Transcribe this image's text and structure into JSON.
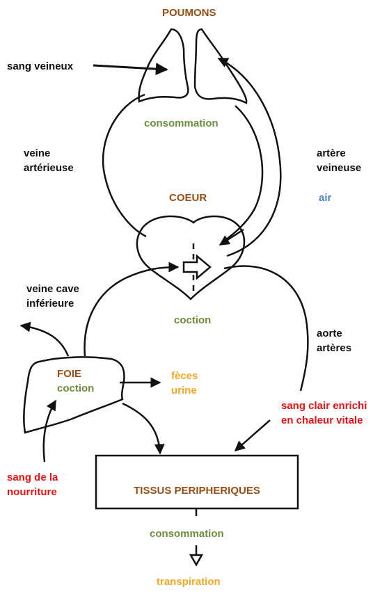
{
  "labels": {
    "lungs": "POUMONS",
    "venous_blood": "sang veineux",
    "lung_consumption": "consommation",
    "arterial_vein_1": "veine",
    "arterial_vein_2": "artérieuse",
    "venous_artery_1": "artère",
    "venous_artery_2": "veineuse",
    "heart": "COEUR",
    "air": "air",
    "inferior_vena_cava_1": "veine cave",
    "inferior_vena_cava_2": "inférieure",
    "heart_coction": "coction",
    "aorta_1": "aorte",
    "aorta_2": "artères",
    "liver": "FOIE",
    "liver_coction": "coction",
    "waste_1": "fèces",
    "waste_2": "urine",
    "enriched_blood_1": "sang clair enrichi",
    "enriched_blood_2": "en chaleur vitale",
    "food_blood_1": "sang de la",
    "food_blood_2": "nourriture",
    "tissues": "TISSUS PERIPHERIQUES",
    "tissue_consumption": "consommation",
    "perspiration": "transpiration"
  },
  "colors": {
    "line": "#111111",
    "brown": "#9a4d12",
    "green": "#6b8f3a",
    "orange": "#f5a623",
    "red": "#ee1111",
    "blue": "#4a86c5"
  }
}
